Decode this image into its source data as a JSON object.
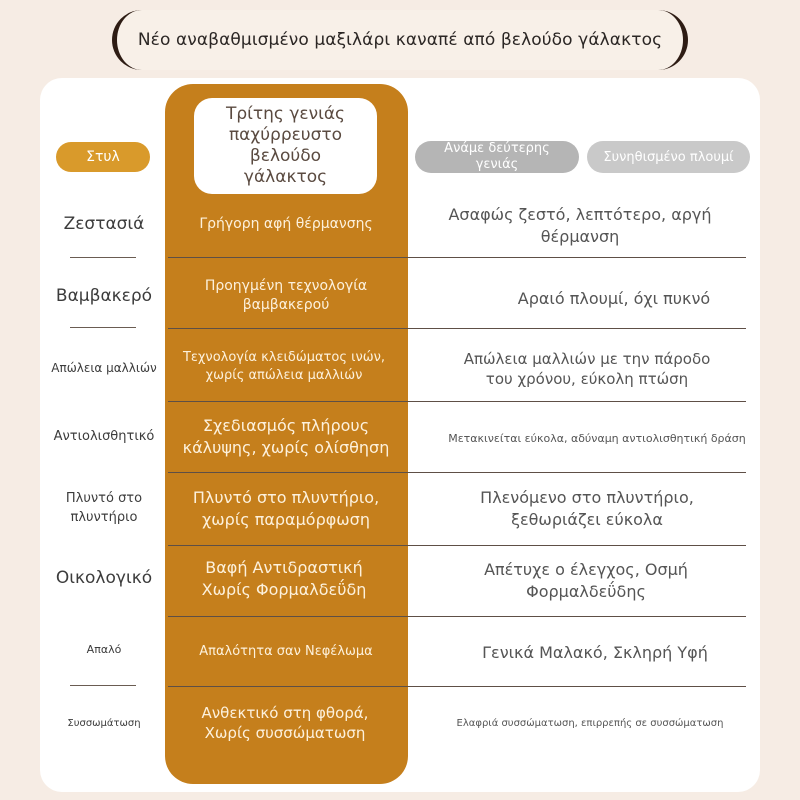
{
  "title": "Νέο αναβαθμισμένο μαξιλάρι καναπέ από βελούδο γάλακτος",
  "header": {
    "style_label": "Στυλ",
    "gen3_label": "Τρίτης γενιάς παχύρρευστο βελούδο γάλακτος",
    "gen2_label": "Ανάμε δεύτερης γενιάς",
    "synthetic_label": "Συνηθισμένο πλουμί"
  },
  "rows": [
    {
      "label": "Ζεστασιά",
      "gen3": "Γρήγορη αφή θέρμανσης",
      "other": "Ασαφώς ζεστό, λεπτότερο, αργή θέρμανση"
    },
    {
      "label": "Βαμβακερό",
      "gen3": "Προηγμένη τεχνολογία βαμβακερού",
      "other": "Αραιό πλουμί, όχι πυκνό"
    },
    {
      "label": "Απώλεια μαλλιών",
      "gen3": "Τεχνολογία κλειδώματος ινών, χωρίς απώλεια μαλλιών",
      "other": "Απώλεια μαλλιών με την πάροδο του χρόνου, εύκολη πτώση"
    },
    {
      "label": "Αντιολισθητικό",
      "gen3": "Σχεδιασμός πλήρους κάλυψης, χωρίς ολίσθηση",
      "other": "Μετακινείται εύκολα, αδύναμη αντιολισθητική δράση"
    },
    {
      "label": "Πλυντό στο πλυντήριο",
      "gen3": "Πλυντό στο πλυντήριο, χωρίς παραμόρφωση",
      "other": "Πλενόμενο στο πλυντήριο, ξεθωριάζει εύκολα"
    },
    {
      "label": "Οικολογικό",
      "gen3": "Βαφή Αντιδραστική Χωρίς Φορμαλδεΰδη",
      "other": "Απέτυχε ο έλεγχος, Οσμή Φορμαλδεΰδης"
    },
    {
      "label": "Απαλό",
      "gen3": "Απαλότητα σαν Νεφέλωμα",
      "other": "Γενικά Μαλακό, Σκληρή Υφή"
    },
    {
      "label": "Συσσωμάτωση",
      "gen3": "Ανθεκτικό στη φθορά, Χωρίς συσσώματωση",
      "other": "Ελαφριά συσσώματωση, επιρρεπής σε συσσώματωση"
    }
  ]
}
